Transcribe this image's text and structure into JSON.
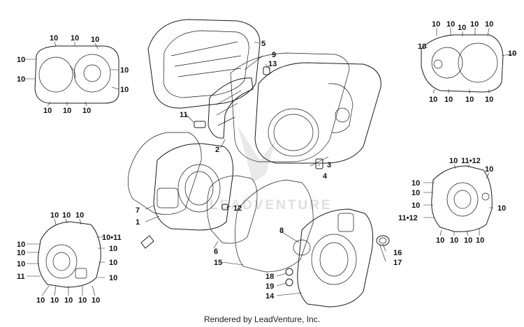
{
  "diagram": {
    "footer": "Rendered by LeadVenture, Inc.",
    "watermark": "LEADVENTURE",
    "callouts": {
      "n10": "10",
      "n1": "1",
      "n2": "2",
      "n3": "3",
      "n4": "4",
      "n5": "5",
      "n6": "6",
      "n7": "7",
      "n8": "8",
      "n9": "9",
      "n11": "11",
      "n12": "12",
      "n13": "13",
      "n14": "14",
      "n15": "15",
      "n16": "16",
      "n17": "17",
      "n18": "18",
      "n19": "19",
      "n10_11": "10•11",
      "n11_12": "11•12"
    }
  }
}
